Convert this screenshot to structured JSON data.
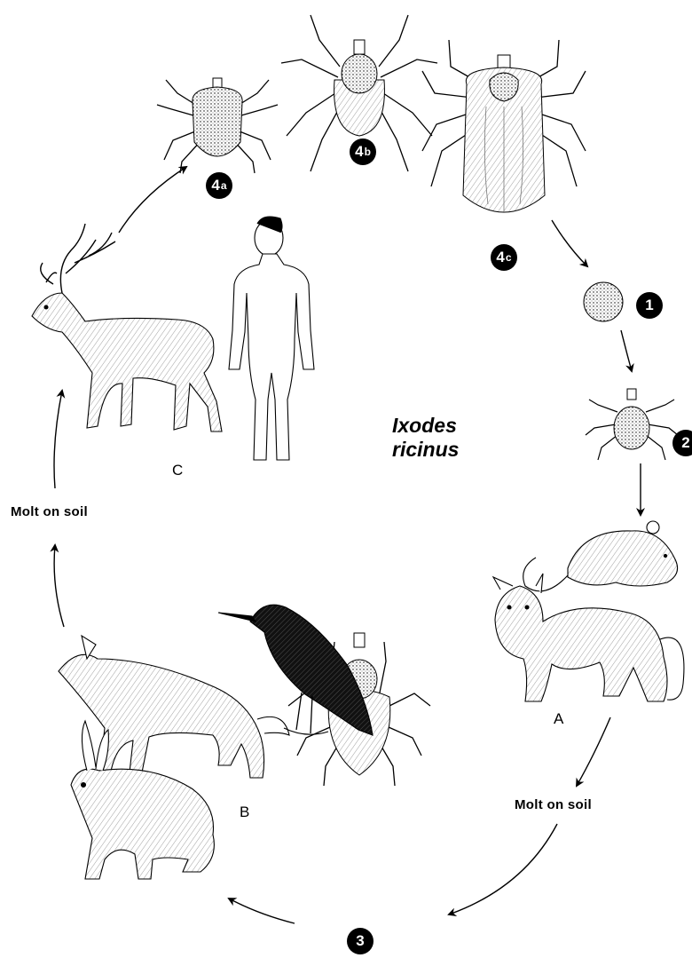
{
  "title": {
    "line1": "Ixodes",
    "line2": "ricinus"
  },
  "stages": {
    "s1": "1",
    "s2": "2",
    "s3": "3",
    "s4a": {
      "num": "4",
      "sub": "a"
    },
    "s4b": {
      "num": "4",
      "sub": "b"
    },
    "s4c": {
      "num": "4",
      "sub": "c"
    }
  },
  "labels": {
    "molt_left": "Molt on soil",
    "molt_right": "Molt on soil",
    "host_a": "A",
    "host_b": "B",
    "host_c": "C"
  },
  "colors": {
    "ink": "#000000",
    "paper": "#ffffff",
    "fill": "#f2f2f2"
  }
}
